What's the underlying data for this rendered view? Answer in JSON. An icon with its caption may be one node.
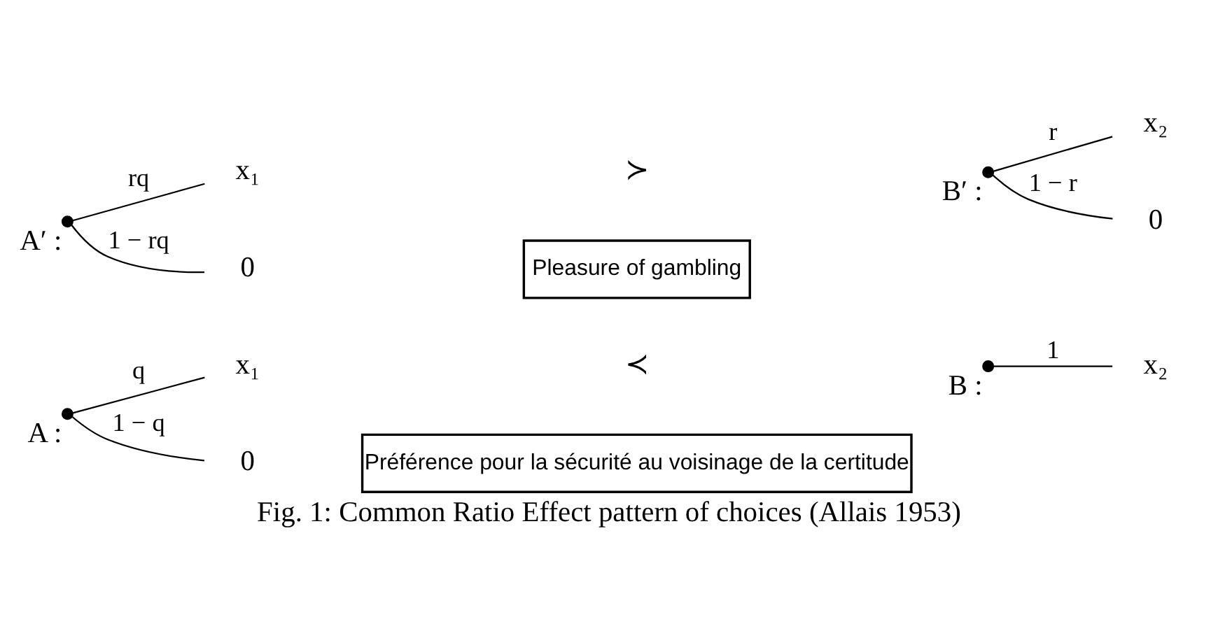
{
  "diagram": {
    "caption": "Fig. 1: Common Ratio Effect pattern of choices (Allais 1953)",
    "nodes": [
      {
        "text": [],
        "shape": "circle",
        "beside": [
          "A :"
        ]
      },
      {
        "text": [
          "x₁"
        ]
      },
      {
        "text": [
          "0"
        ]
      },
      {
        "text": [],
        "shape": "circle",
        "beside": [
          "B :"
        ]
      },
      {
        "text": [
          "x₂"
        ]
      },
      {
        "text": [
          "Préférence pour la sécurité au voisinage de la certitude"
        ]
      },
      {
        "text": [],
        "shape": "circle",
        "beside": [
          "A′ :"
        ]
      },
      {
        "text": [
          "x₁"
        ]
      },
      {
        "text": [
          "0"
        ]
      },
      {
        "text": [],
        "shape": "circle",
        "beside": [
          "B′ :"
        ]
      },
      {
        "text": [
          "x₂"
        ]
      },
      {
        "text": [
          "0"
        ]
      },
      {
        "text": [
          "Pleasure of gambling"
        ]
      }
    ],
    "edges": [
      {
        "from": 0,
        "to": 1,
        "arrow": "none",
        "label": "q"
      },
      {
        "from": 0,
        "to": 2,
        "arrow": "none",
        "label": "1 − q"
      },
      {
        "from": 3,
        "to": 4,
        "arrow": "none",
        "label": "1"
      },
      {
        "from": 6,
        "to": 7,
        "arrow": "none",
        "label": "rq"
      },
      {
        "from": 6,
        "to": 8,
        "arrow": "none",
        "label": "1 − rq"
      },
      {
        "from": 9,
        "to": 10,
        "arrow": "none",
        "label": "r"
      },
      {
        "from": 9,
        "to": 11,
        "arrow": "none",
        "label": "1 − r"
      }
    ],
    "labels": [
      "≺",
      "≻"
    ]
  }
}
